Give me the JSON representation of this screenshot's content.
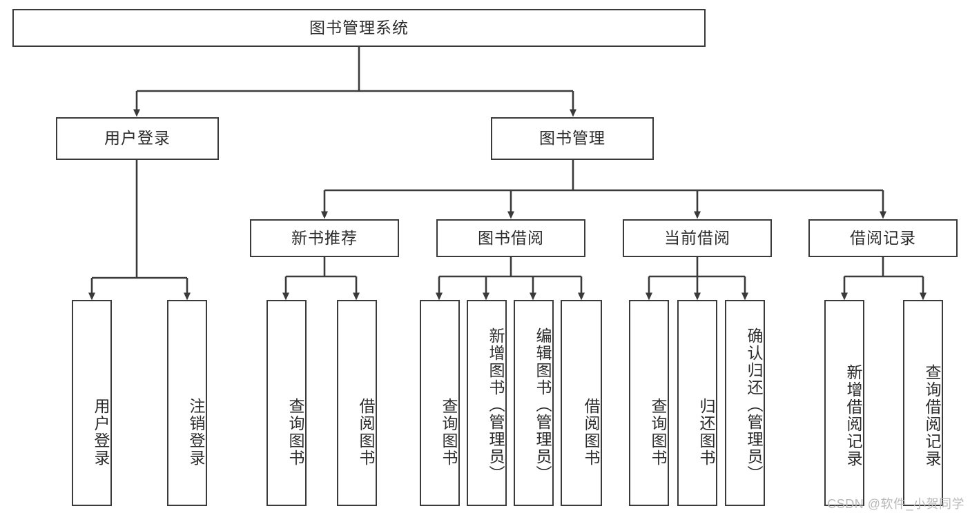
{
  "diagram": {
    "type": "tree-hierarchy",
    "title": "图书管理系统",
    "watermark": "CSDN @软件_小贺同学",
    "colors": {
      "stroke": "#3a3a3a",
      "text": "#2b2b2b",
      "background": "#ffffff",
      "watermark": "#b9b9b9"
    },
    "nodes": {
      "root": "图书管理系统",
      "level2": {
        "user_login": "用户登录",
        "book_manage": "图书管理"
      },
      "level3": {
        "new_book_recommend": "新书推荐",
        "book_borrow": "图书借阅",
        "current_borrow": "当前借阅",
        "borrow_record": "借阅记录"
      },
      "leaves": {
        "login_1": "用户登录",
        "login_2": "注销登录",
        "recommend_1": "查询图书",
        "recommend_2": "借阅图书",
        "borrow_1": "查询图书",
        "borrow_2": "新增图书（管理员）",
        "borrow_3": "编辑图书（管理员）",
        "borrow_4": "借阅图书",
        "current_1": "查询图书",
        "current_2": "归还图书",
        "current_3": "确认归还（管理员）",
        "record_1": "新增借阅记录",
        "record_2": "查询借阅记录"
      }
    },
    "edges": [
      {
        "from": "图书管理系统",
        "to": "用户登录"
      },
      {
        "from": "图书管理系统",
        "to": "图书管理"
      },
      {
        "from": "用户登录",
        "to": "用户登录"
      },
      {
        "from": "用户登录",
        "to": "注销登录"
      },
      {
        "from": "图书管理",
        "to": "新书推荐"
      },
      {
        "from": "图书管理",
        "to": "图书借阅"
      },
      {
        "from": "图书管理",
        "to": "当前借阅"
      },
      {
        "from": "图书管理",
        "to": "借阅记录"
      },
      {
        "from": "新书推荐",
        "to": "查询图书"
      },
      {
        "from": "新书推荐",
        "to": "借阅图书"
      },
      {
        "from": "图书借阅",
        "to": "查询图书"
      },
      {
        "from": "图书借阅",
        "to": "新增图书（管理员）"
      },
      {
        "from": "图书借阅",
        "to": "编辑图书（管理员）"
      },
      {
        "from": "图书借阅",
        "to": "借阅图书"
      },
      {
        "from": "当前借阅",
        "to": "查询图书"
      },
      {
        "from": "当前借阅",
        "to": "归还图书"
      },
      {
        "from": "当前借阅",
        "to": "确认归还（管理员）"
      },
      {
        "from": "借阅记录",
        "to": "新增借阅记录"
      },
      {
        "from": "借阅记录",
        "to": "查询借阅记录"
      }
    ]
  }
}
